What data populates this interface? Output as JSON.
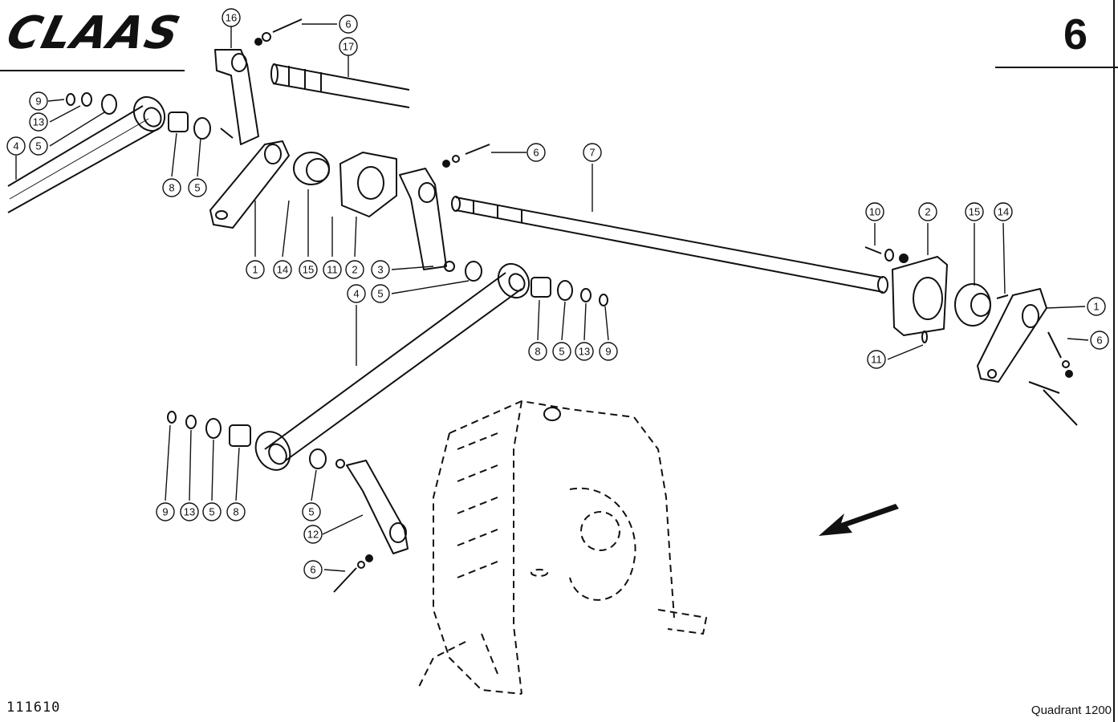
{
  "header": {
    "brand": "CLAAS",
    "page_number": "6"
  },
  "footer": {
    "doc_code": "111610",
    "model": "Quadrant 1200"
  },
  "callouts": [
    "16",
    "6",
    "17",
    "9",
    "13",
    "5",
    "4",
    "8",
    "5",
    "1",
    "14",
    "15",
    "11",
    "2",
    "6",
    "3",
    "5",
    "4",
    "7",
    "10",
    "2",
    "15",
    "14",
    "1",
    "6",
    "11",
    "8",
    "5",
    "13",
    "9",
    "9",
    "13",
    "5",
    "8",
    "5",
    "12",
    "6"
  ]
}
